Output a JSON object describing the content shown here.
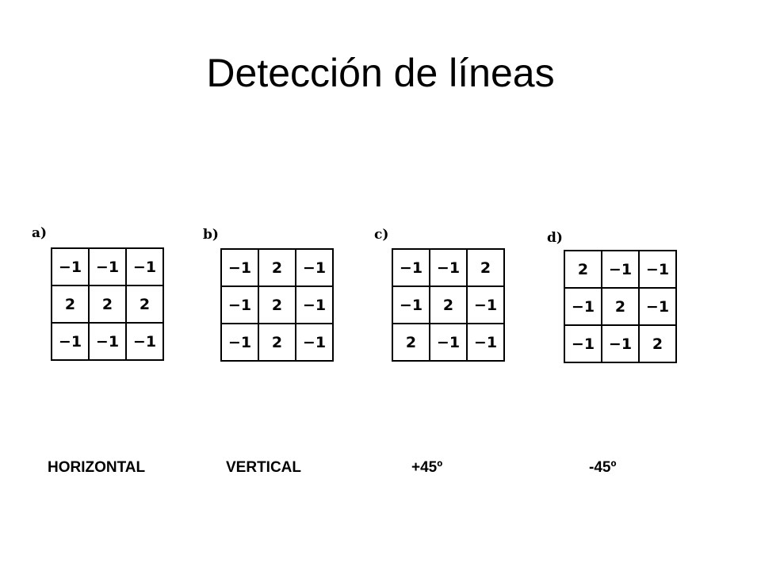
{
  "title": "Detección de líneas",
  "kernels": [
    {
      "label": "a)",
      "rows": [
        [
          "−1",
          "−1",
          "−1"
        ],
        [
          "2",
          "2",
          "2"
        ],
        [
          "−1",
          "−1",
          "−1"
        ]
      ],
      "caption": "HORIZONTAL"
    },
    {
      "label": "b)",
      "rows": [
        [
          "−1",
          "2",
          "−1"
        ],
        [
          "−1",
          "2",
          "−1"
        ],
        [
          "−1",
          "2",
          "−1"
        ]
      ],
      "caption": "VERTICAL"
    },
    {
      "label": "c)",
      "rows": [
        [
          "−1",
          "−1",
          "2"
        ],
        [
          "−1",
          "2",
          "−1"
        ],
        [
          "2",
          "−1",
          "−1"
        ]
      ],
      "caption": "+45º"
    },
    {
      "label": "d)",
      "rows": [
        [
          "2",
          "−1",
          "−1"
        ],
        [
          "−1",
          "2",
          "−1"
        ],
        [
          "−1",
          "−1",
          "2"
        ]
      ],
      "caption": "-45º"
    }
  ]
}
